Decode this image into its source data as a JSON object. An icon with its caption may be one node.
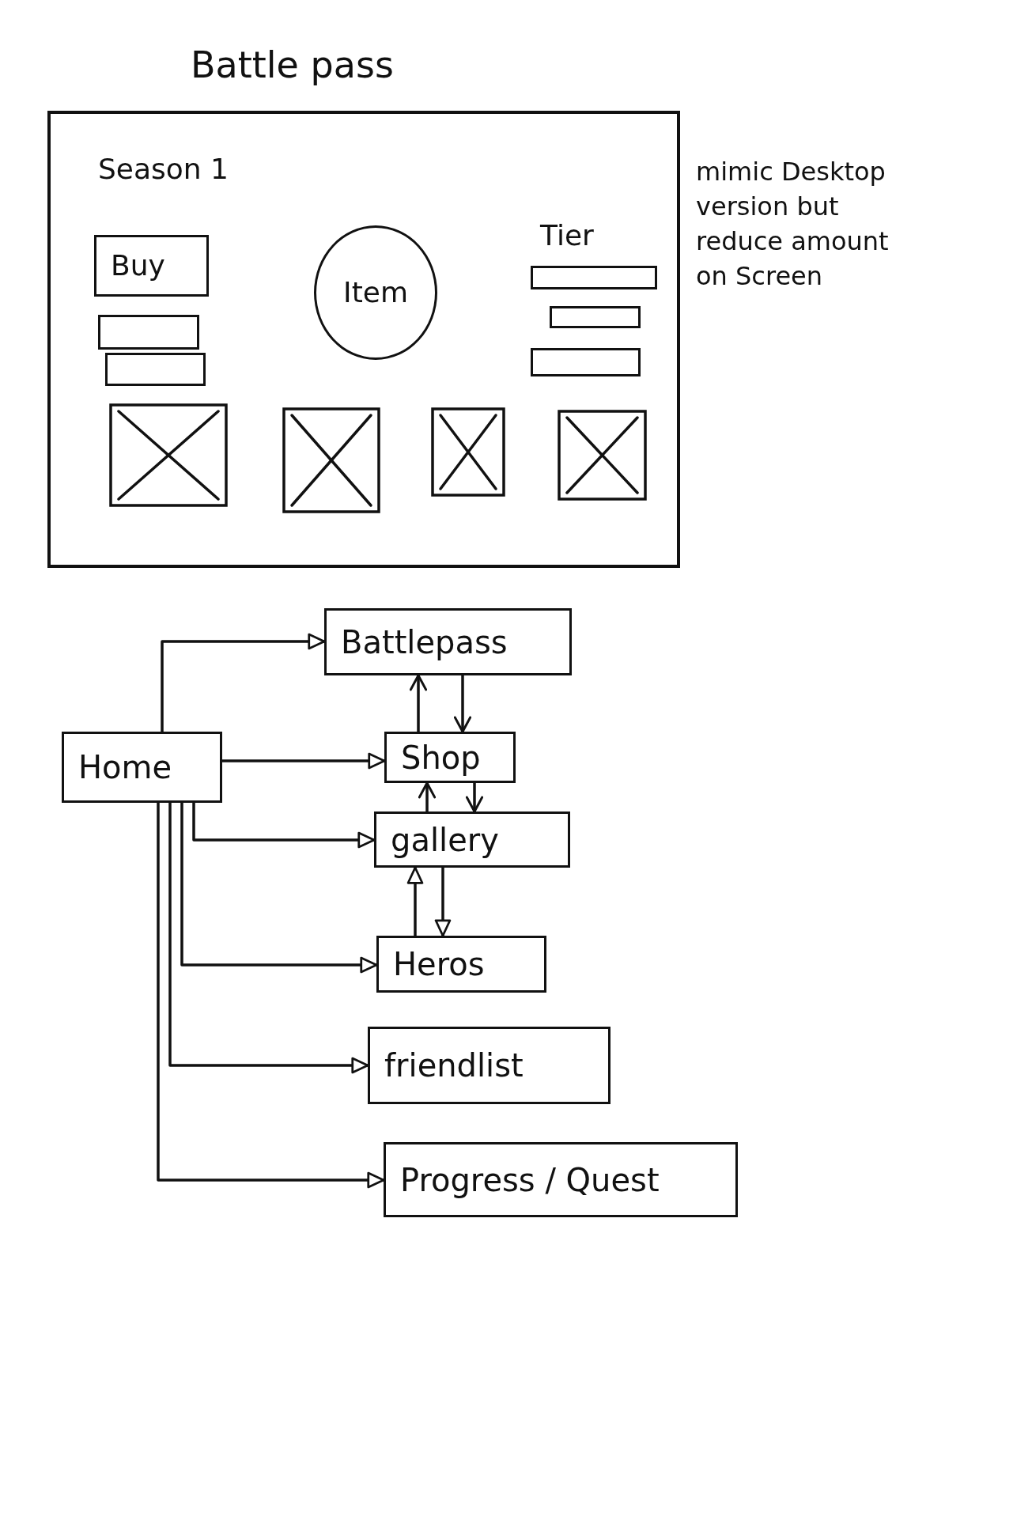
{
  "diagram": {
    "title": "Battle pass",
    "nodes": [
      {
        "text": [
          "Season 1"
        ]
      },
      {
        "text": [
          "Buy"
        ],
        "in": 0
      },
      {
        "text": [],
        "shape": "bar",
        "in": 0
      },
      {
        "text": [],
        "shape": "bar",
        "in": 0
      },
      {
        "text": [
          "Item"
        ],
        "in": 0
      },
      {
        "text": [],
        "shape": "bar",
        "in": 0
      },
      {
        "text": [],
        "shape": "bar",
        "in": 0
      },
      {
        "text": [],
        "shape": "bar",
        "in": 0
      },
      {
        "text": [],
        "shape": "picture",
        "in": 0
      },
      {
        "text": [],
        "shape": "picture",
        "in": 0
      },
      {
        "text": [],
        "shape": "picture",
        "in": 0
      },
      {
        "text": [],
        "shape": "picture",
        "in": 0
      },
      {
        "text": [
          "Battlepass"
        ]
      },
      {
        "text": [
          "Home"
        ]
      },
      {
        "text": [
          "Shop"
        ]
      },
      {
        "text": [
          "gallery"
        ]
      },
      {
        "text": [
          "Heros"
        ]
      },
      {
        "text": [
          "friendlist"
        ]
      },
      {
        "text": [
          "Progress / Quest"
        ]
      }
    ],
    "edges": [
      {
        "from": 13,
        "to": 12,
        "arrow": "to"
      },
      {
        "from": 14,
        "to": 12,
        "arrow": "to"
      },
      {
        "from": 12,
        "to": 14,
        "arrow": "to"
      },
      {
        "from": 13,
        "to": 14,
        "arrow": "to"
      },
      {
        "from": 15,
        "to": 14,
        "arrow": "to"
      },
      {
        "from": 14,
        "to": 15,
        "arrow": "to"
      },
      {
        "from": 13,
        "to": 15,
        "arrow": "to"
      },
      {
        "from": 16,
        "to": 15,
        "arrow": "to"
      },
      {
        "from": 15,
        "to": 16,
        "arrow": "to"
      },
      {
        "from": 13,
        "to": 16,
        "arrow": "to"
      },
      {
        "from": 13,
        "to": 17,
        "arrow": "to"
      },
      {
        "from": 13,
        "to": 18,
        "arrow": "to"
      }
    ],
    "labels": [
      "Tier",
      "mimic Desktop version but reduce amount on Screen"
    ]
  }
}
